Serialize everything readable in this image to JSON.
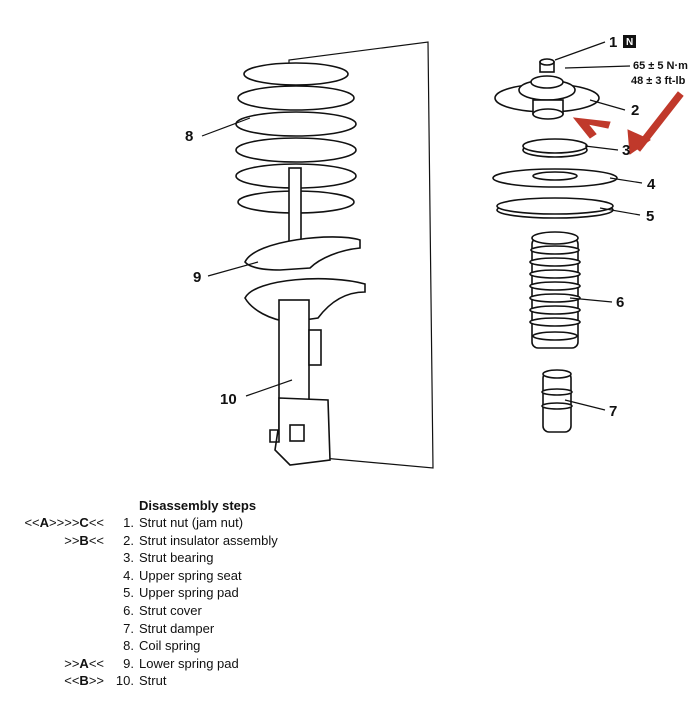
{
  "callouts": [
    "1",
    "2",
    "3",
    "4",
    "5",
    "6",
    "7",
    "8",
    "9",
    "10"
  ],
  "nut_marker": "N",
  "torque": {
    "metric": "65 ± 5 N·m",
    "imperial": "48 ± 3 ft-lb"
  },
  "colors": {
    "arrow": "#c0392b",
    "ink": "#111111"
  },
  "disassembly": {
    "title": "Disassembly steps",
    "steps": [
      {
        "pre": "<<",
        "bold1": "A",
        "mid": ">>>>",
        "bold2": "C",
        "post": "<<",
        "number": "1.",
        "name": "Strut nut (jam nut)"
      },
      {
        "pre": ">>",
        "bold1": "B",
        "mid": "<<",
        "bold2": "",
        "post": "",
        "number": "2.",
        "name": "Strut insulator assembly"
      },
      {
        "pre": "",
        "bold1": "",
        "mid": "",
        "bold2": "",
        "post": "",
        "number": "3.",
        "name": "Strut bearing"
      },
      {
        "pre": "",
        "bold1": "",
        "mid": "",
        "bold2": "",
        "post": "",
        "number": "4.",
        "name": "Upper spring seat"
      },
      {
        "pre": "",
        "bold1": "",
        "mid": "",
        "bold2": "",
        "post": "",
        "number": "5.",
        "name": "Upper spring pad"
      },
      {
        "pre": "",
        "bold1": "",
        "mid": "",
        "bold2": "",
        "post": "",
        "number": "6.",
        "name": "Strut cover"
      },
      {
        "pre": "",
        "bold1": "",
        "mid": "",
        "bold2": "",
        "post": "",
        "number": "7.",
        "name": "Strut damper"
      },
      {
        "pre": "",
        "bold1": "",
        "mid": "",
        "bold2": "",
        "post": "",
        "number": "8.",
        "name": "Coil spring"
      },
      {
        "pre": ">>",
        "bold1": "A",
        "mid": "<<",
        "bold2": "",
        "post": "",
        "number": "9.",
        "name": "Lower spring pad"
      },
      {
        "pre": "<<",
        "bold1": "B",
        "mid": ">>",
        "bold2": "",
        "post": "",
        "number": "10.",
        "name": "Strut"
      }
    ]
  }
}
